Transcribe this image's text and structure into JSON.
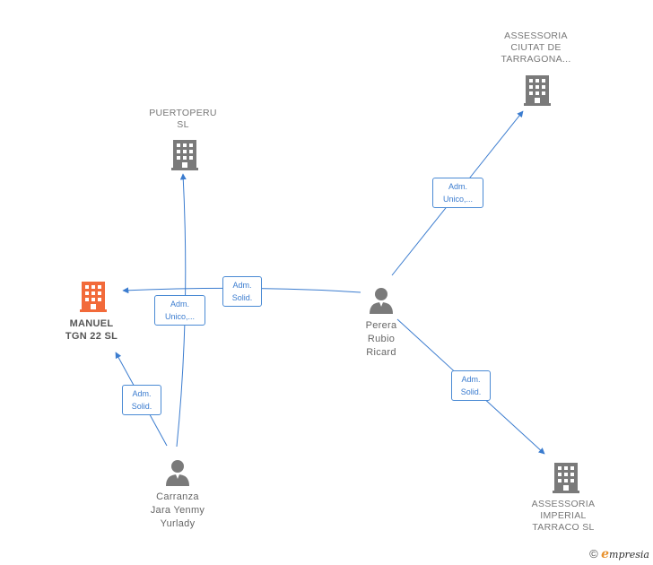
{
  "nodes": {
    "asesoria_ciutat": {
      "label": "ASSESSORIA\nCIUTAT DE\nTARRAGONA..."
    },
    "puertoperu": {
      "label": "PUERTOPERU\nSL"
    },
    "manuel": {
      "label": "MANUEL\nTGN 22  SL"
    },
    "perera": {
      "label": "Perera\nRubio\nRicard"
    },
    "carranza": {
      "label": "Carranza\nJara Yenmy\nYurlady"
    },
    "asesoria_imperial": {
      "label": "ASSESSORIA\nIMPERIAL\nTARRACO  SL"
    }
  },
  "edges": {
    "perera_ciutat": {
      "label": "Adm.\nUnico,..."
    },
    "perera_manuel": {
      "label": "Adm.\nSolid."
    },
    "carranza_puerto": {
      "label": "Adm.\nUnico,..."
    },
    "perera_imperial": {
      "label": "Adm.\nSolid."
    },
    "carranza_manuel": {
      "label": "Adm.\nSolid."
    }
  },
  "colors": {
    "edge": "#3b7ccf",
    "company_icon": "#7a7a7a",
    "focus_icon": "#f26a3a",
    "person_icon": "#7a7a7a"
  },
  "footer": {
    "copyright": "©",
    "brand_first": "e",
    "brand_rest": "mpresia"
  }
}
